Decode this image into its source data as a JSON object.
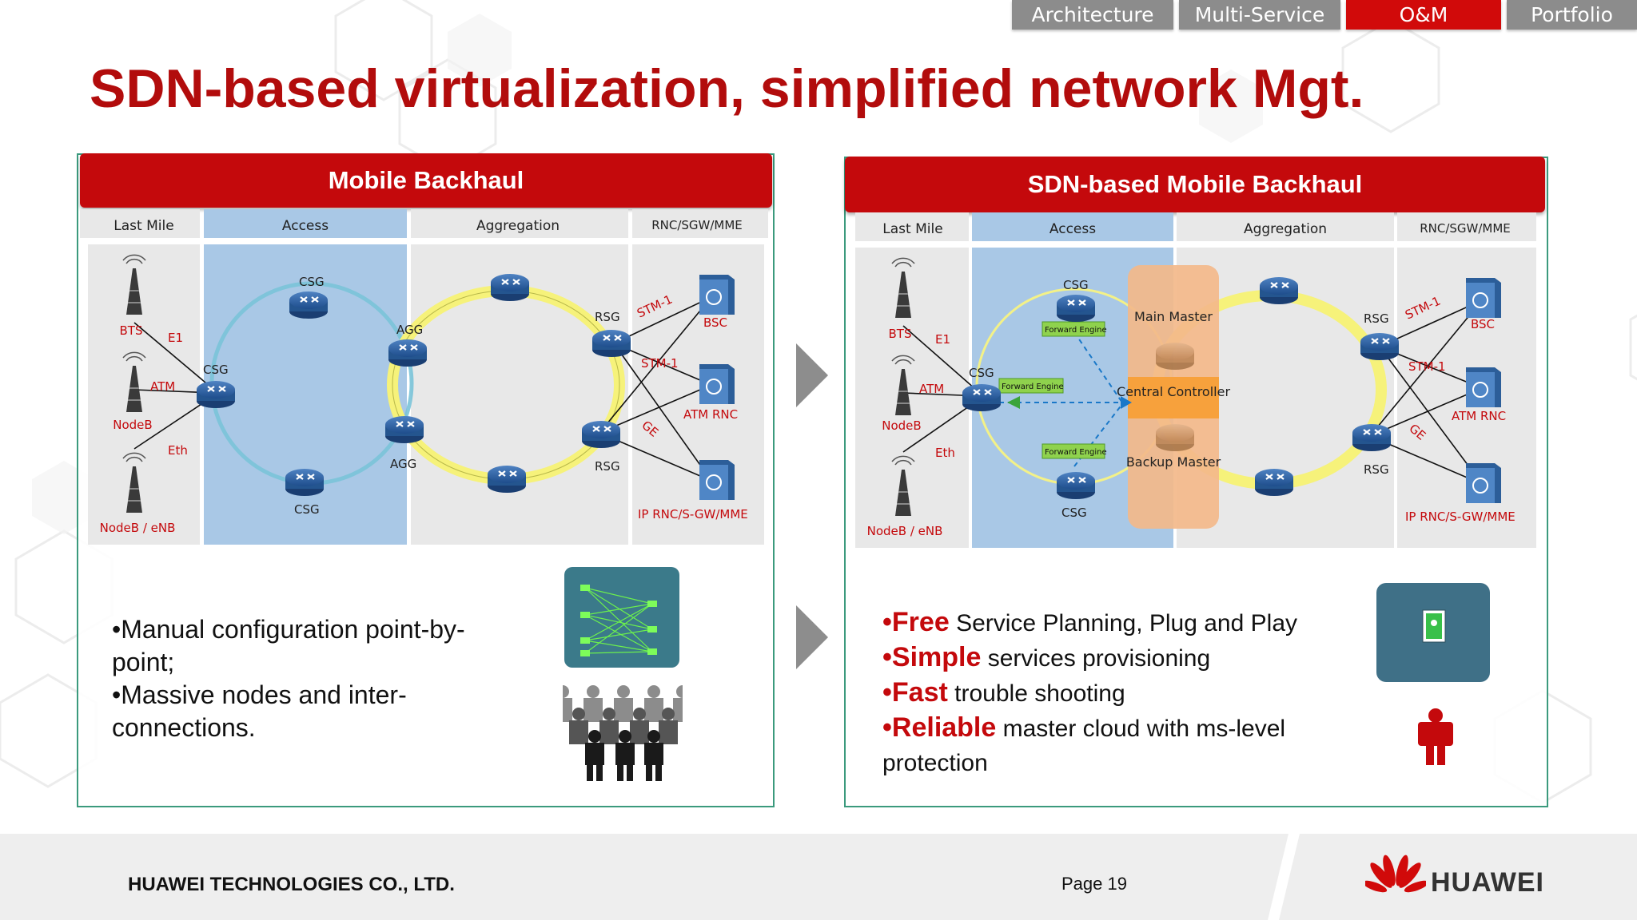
{
  "nav": {
    "tabs": [
      {
        "label": "Architecture",
        "active": false
      },
      {
        "label": "Multi-Service",
        "active": false
      },
      {
        "label": "O&M",
        "active": true
      },
      {
        "label": "Portfolio",
        "active": false
      }
    ]
  },
  "title": "SDN-based virtualization, simplified network Mgt.",
  "left_panel": {
    "header": "Mobile Backhaul",
    "zones": {
      "last_mile": "Last Mile",
      "access": "Access",
      "aggregation": "Aggregation",
      "core": "RNC/SGW/MME"
    },
    "labels": {
      "bts": "BTS",
      "nodeb": "NodeB",
      "nodeb_enb": "NodeB / eNB",
      "e1": "E1",
      "atm": "ATM",
      "eth": "Eth",
      "csg": "CSG",
      "agg": "AGG",
      "rsg": "RSG",
      "stm1": "STM-1",
      "ge": "GE",
      "bsc": "BSC",
      "atm_rnc": "ATM RNC",
      "ip_rnc": "IP RNC/S-GW/MME"
    },
    "bullets": [
      "•Manual configuration point-by-point;",
      "•Massive nodes and inter-connections."
    ]
  },
  "right_panel": {
    "header": "SDN-based Mobile Backhaul",
    "zones": {
      "last_mile": "Last Mile",
      "access": "Access",
      "aggregation": "Aggregation",
      "core": "RNC/SGW/MME"
    },
    "labels": {
      "bts": "BTS",
      "nodeb": "NodeB",
      "nodeb_enb": "NodeB / eNB",
      "e1": "E1",
      "atm": "ATM",
      "eth": "Eth",
      "csg": "CSG",
      "rsg": "RSG",
      "stm1": "STM-1",
      "ge": "GE",
      "bsc": "BSC",
      "atm_rnc": "ATM RNC",
      "ip_rnc": "IP RNC/S-GW/MME",
      "forward_engine": "Forward Engine",
      "main_master": "Main Master",
      "central_controller": "Central Controller",
      "backup_master": "Backup Master"
    },
    "bullets": [
      {
        "keyword": "•Free",
        "text": " Service Planning, Plug and Play"
      },
      {
        "keyword": "•Simple",
        "text": " services provisioning"
      },
      {
        "keyword": "•Fast",
        "text": " trouble shooting"
      },
      {
        "keyword": "•Reliable",
        "text": " master cloud  with ms-level protection"
      }
    ]
  },
  "footer": {
    "company": "HUAWEI TECHNOLOGIES CO., LTD.",
    "page": "Page 19",
    "logo": "HUAWEI"
  },
  "colors": {
    "brand_red": "#c4090c",
    "title_red": "#b20c0c",
    "access_blue": "#a9c8e6",
    "controller_orange": "#f3b98a",
    "ring_yellow": "#f6f27a",
    "panel_border": "#3b9a7d"
  }
}
